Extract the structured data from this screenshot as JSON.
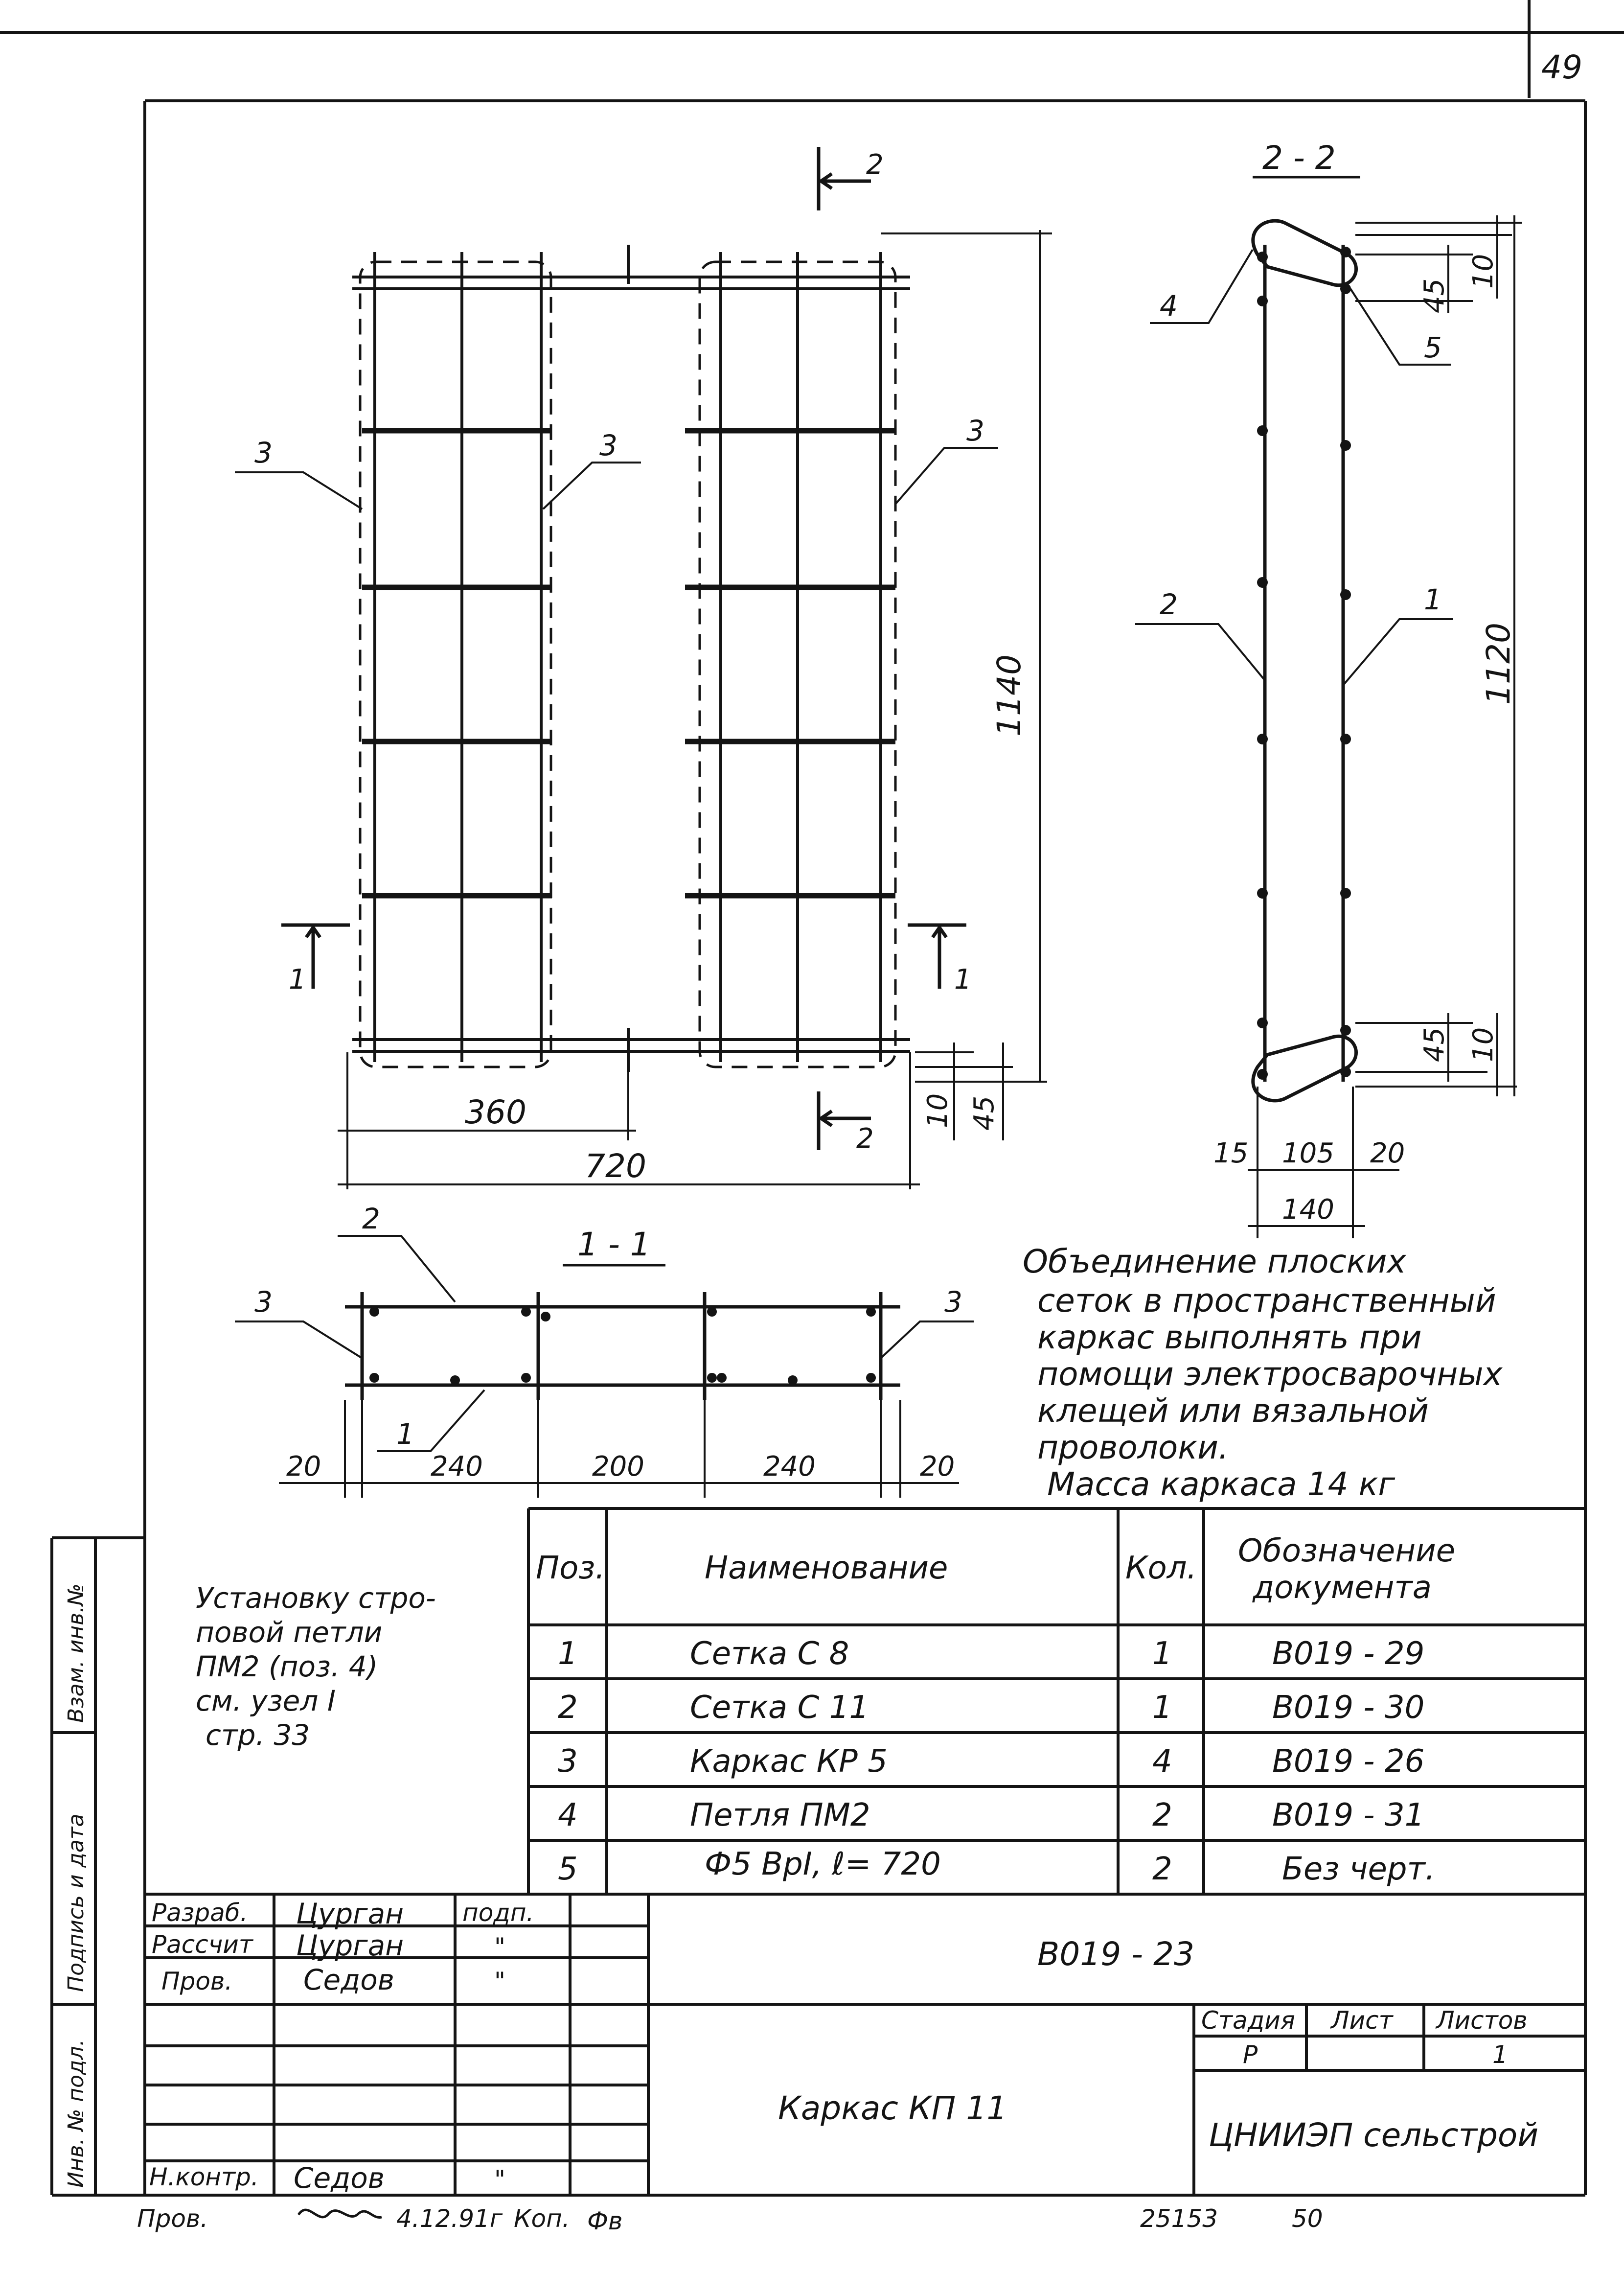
{
  "page_number": "49",
  "drawing": {
    "front_view": {
      "section_marks": [
        "2",
        "2",
        "1",
        "1"
      ],
      "dim_height": "1140",
      "dim_half_width": "360",
      "dim_width": "720",
      "dim_bottom_10": "10",
      "dim_bottom_45": "45",
      "pos_labels": [
        "3",
        "3",
        "3"
      ]
    },
    "section_2_2": {
      "title": "2 - 2",
      "pos_labels": [
        "4",
        "5",
        "2",
        "1"
      ],
      "dim_top_10": "10",
      "dim_top_45": "45",
      "dim_height": "1120",
      "dim_bottom_45": "45",
      "dim_bottom_10": "10",
      "dim_15": "15",
      "dim_105": "105",
      "dim_20": "20",
      "dim_140": "140"
    },
    "section_1_1": {
      "title": "1 - 1",
      "pos_labels": [
        "2",
        "3",
        "3",
        "1"
      ],
      "dims": [
        "20",
        "240",
        "200",
        "240",
        "20"
      ]
    }
  },
  "note": {
    "lines": [
      "Объединение плоских",
      "сеток в пространственный",
      "каркас выполнять при",
      "помощи электросварочных",
      "клещей или вязальной",
      "проволоки."
    ],
    "mass": "Масса каркаса 14 кг"
  },
  "install_note": {
    "lines": [
      "Установку стро-",
      "повой петли",
      "ПМ2 (поз. 4)",
      "см. узел I",
      "стр. 33"
    ]
  },
  "spec_table": {
    "headers": [
      "Поз.",
      "Наименование",
      "Кол.",
      "Обозначение",
      "документа"
    ],
    "rows": [
      {
        "pos": "1",
        "name": "Сетка С 8",
        "qty": "1",
        "doc": "В019 - 29"
      },
      {
        "pos": "2",
        "name": "Сетка С 11",
        "qty": "1",
        "doc": "В019 - 30"
      },
      {
        "pos": "3",
        "name": "Каркас КР 5",
        "qty": "4",
        "doc": "В019 - 26"
      },
      {
        "pos": "4",
        "name": "Петля ПМ2",
        "qty": "2",
        "doc": "В019 - 31"
      },
      {
        "pos": "5",
        "name": "Ф5 ВрI, ℓ= 720",
        "qty": "2",
        "doc": "Без черт."
      }
    ]
  },
  "title_block": {
    "roles": [
      "Разраб.",
      "Рассчит",
      "Пров.",
      "Н.контр."
    ],
    "names": [
      "Цурган",
      "Цурган",
      "Седов",
      "Седов"
    ],
    "sign_header": "подп.",
    "sign_marks": [
      "\"",
      "\"",
      "\""
    ],
    "doc_code": "В019 - 23",
    "title": "Каркас КП 11",
    "stage_label": "Стадия",
    "sheet_label": "Лист",
    "sheets_label": "Листов",
    "stage_value": "Р",
    "sheets_value": "1",
    "organization": "ЦНИИЭП сельстрой"
  },
  "side_labels": [
    "Взам. инв.№",
    "Подпись и дата",
    "Инв. № подл."
  ],
  "footer": {
    "left": "Пров.",
    "signature_date": "4.12.91г",
    "copy_label": "Коп.",
    "copy_mark": "Фв",
    "order": "25153",
    "format": "50"
  }
}
